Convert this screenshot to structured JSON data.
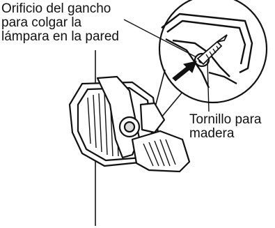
{
  "diagram": {
    "hook_label": {
      "lines": [
        "Orificio del gancho",
        "para colgar la",
        "lámpara en la pared"
      ]
    },
    "screw_label": {
      "lines": [
        "Tornillo para",
        "madera"
      ]
    },
    "colors": {
      "line": "#111111",
      "background": "#ffffff",
      "shade": "#d9d9d9"
    }
  }
}
